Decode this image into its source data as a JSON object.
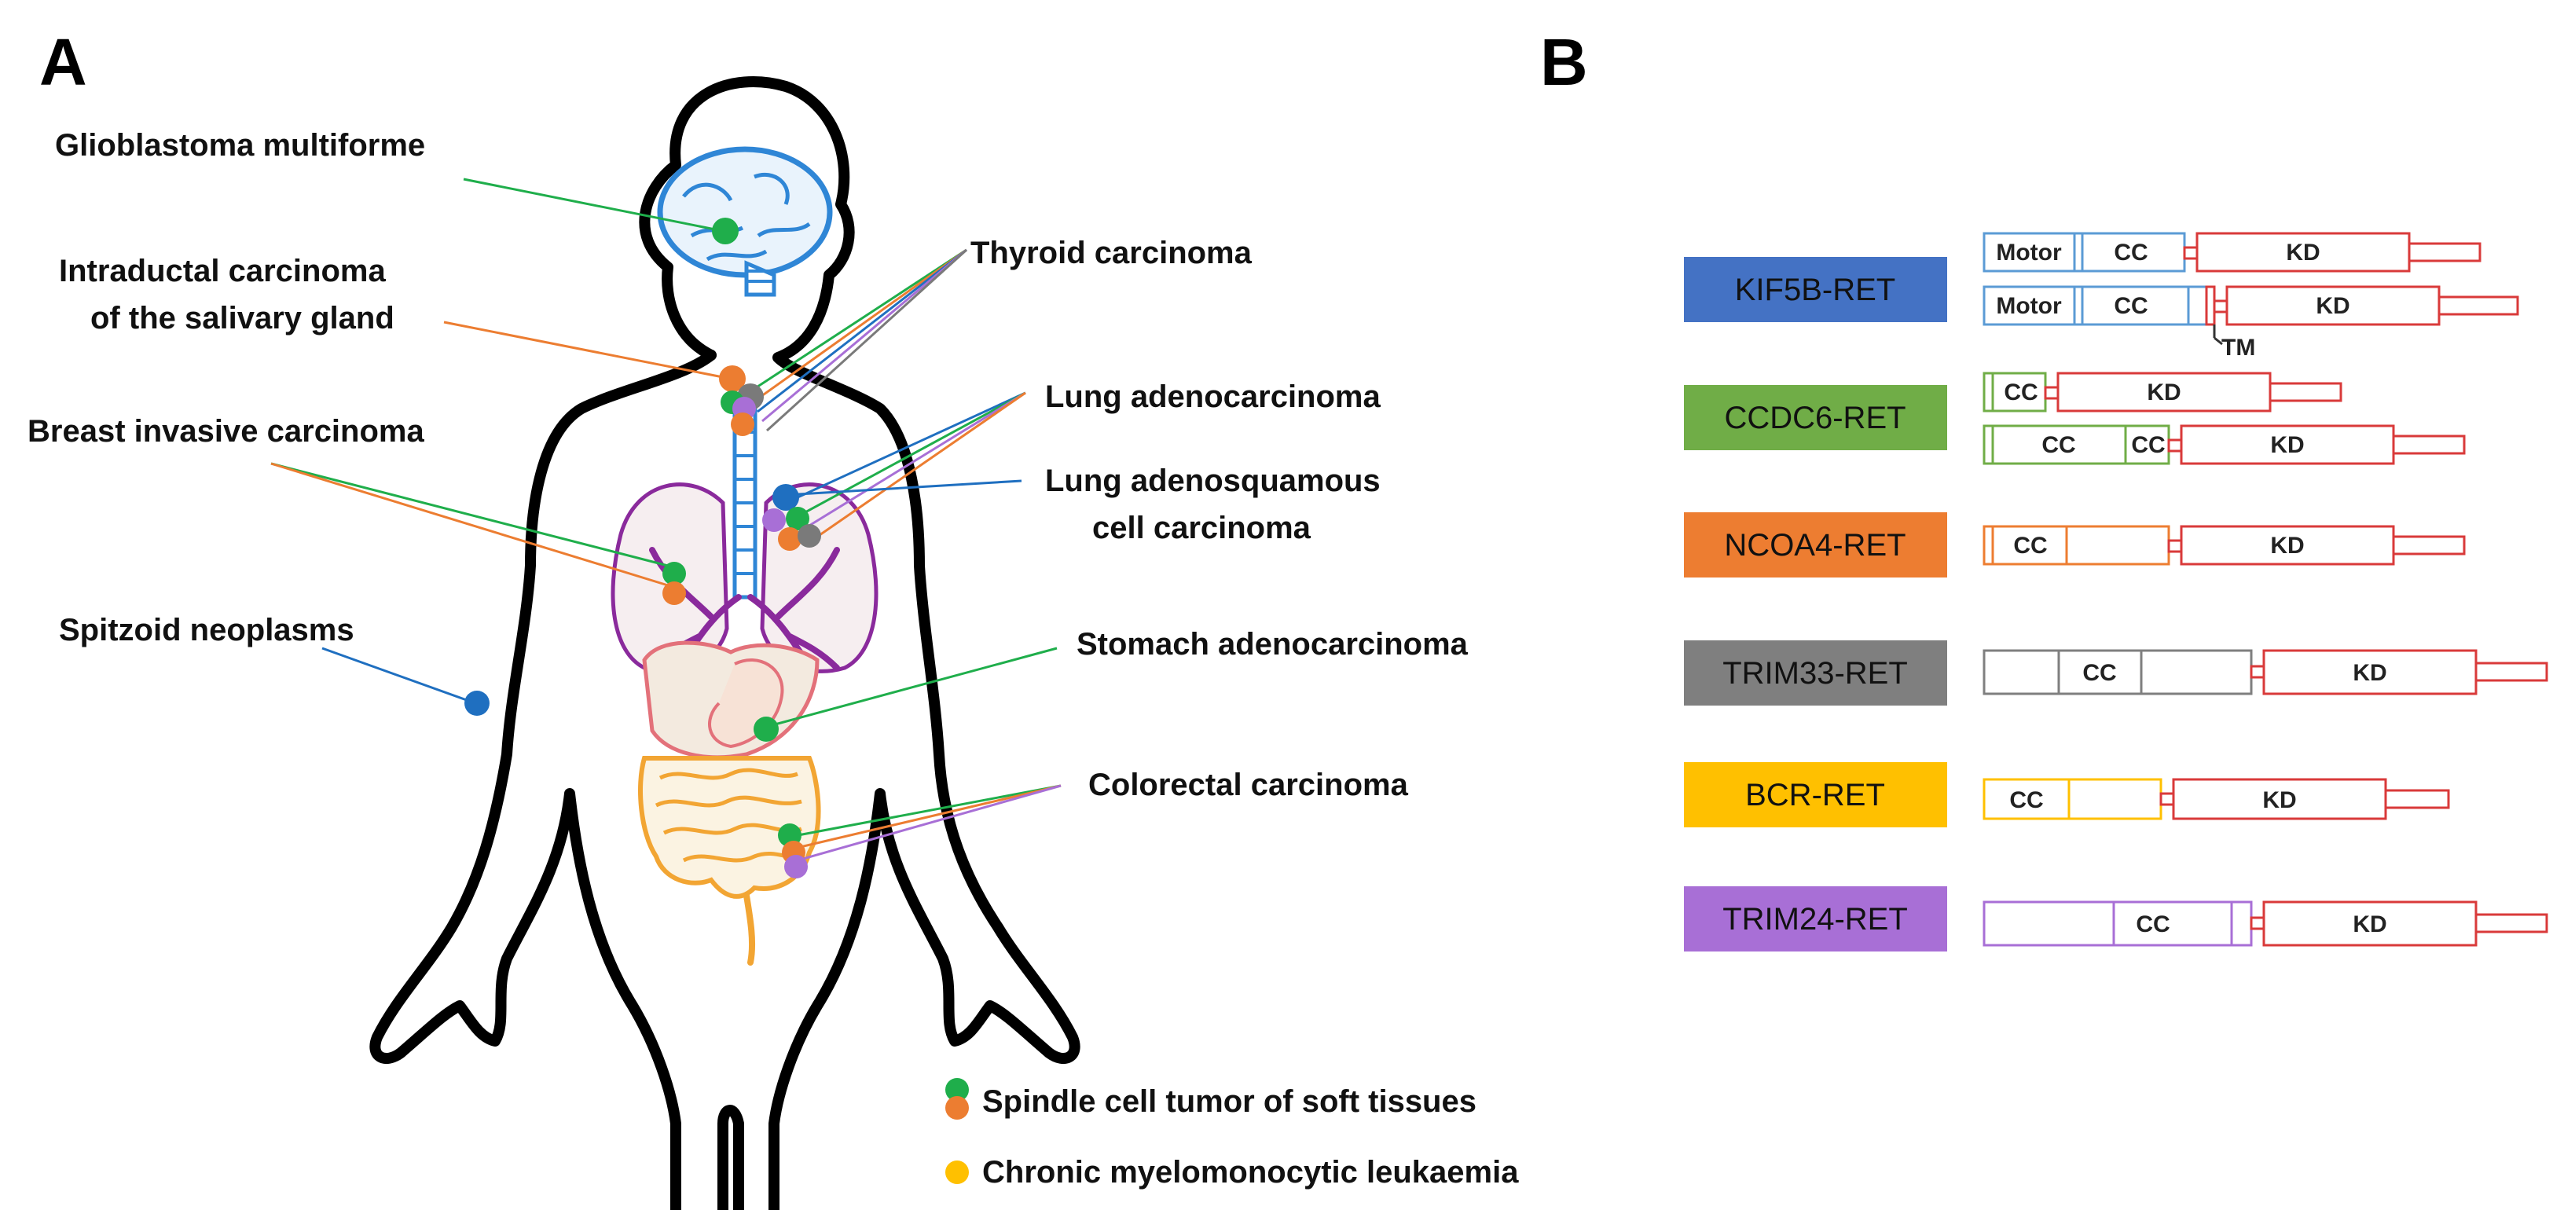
{
  "panels": {
    "a": "A",
    "b": "B"
  },
  "colors": {
    "green": "#1fae4b",
    "orange": "#ec7d31",
    "blue": "#1f6fc0",
    "purple": "#a86fd6",
    "gray": "#7a7a7a",
    "yellow": "#ffc000",
    "ret_red": "#d93a3a",
    "brain": "#2f86d6",
    "lung": "#8a2a9c",
    "gut": "#f2a533"
  },
  "cancer_sites": [
    {
      "id": "glioblastoma",
      "text": "Glioblastoma multiforme"
    },
    {
      "id": "salivary1",
      "text": "Intraductal carcinoma"
    },
    {
      "id": "salivary2",
      "text": "of the salivary gland"
    },
    {
      "id": "thyroid",
      "text": "Thyroid carcinoma"
    },
    {
      "id": "lungadeno",
      "text": "Lung adenocarcinoma"
    },
    {
      "id": "breast",
      "text": "Breast invasive carcinoma"
    },
    {
      "id": "adenosq1",
      "text": "Lung adenosquamous"
    },
    {
      "id": "adenosq2",
      "text": "cell carcinoma"
    },
    {
      "id": "spitzoid",
      "text": "Spitzoid neoplasms"
    },
    {
      "id": "stomach",
      "text": "Stomach adenocarcinoma"
    },
    {
      "id": "colorectal",
      "text": "Colorectal carcinoma"
    }
  ],
  "legend": [
    {
      "text": "Spindle cell tumor of soft tissues",
      "colors": [
        "green",
        "orange"
      ]
    },
    {
      "text": "Chronic myelomonocytic leukaemia",
      "colors": [
        "yellow"
      ]
    }
  ],
  "fusions": [
    {
      "name": "KIF5B-RET",
      "color": "blue"
    },
    {
      "name": "CCDC6-RET",
      "color": "green"
    },
    {
      "name": "NCOA4-RET",
      "color": "orange"
    },
    {
      "name": "TRIM33-RET",
      "color": "gray"
    },
    {
      "name": "BCR-RET",
      "color": "yellow"
    },
    {
      "name": "TRIM24-RET",
      "color": "purple"
    }
  ],
  "domain_labels": {
    "motor": "Motor",
    "cc": "CC",
    "kd": "KD",
    "tm": "TM"
  }
}
